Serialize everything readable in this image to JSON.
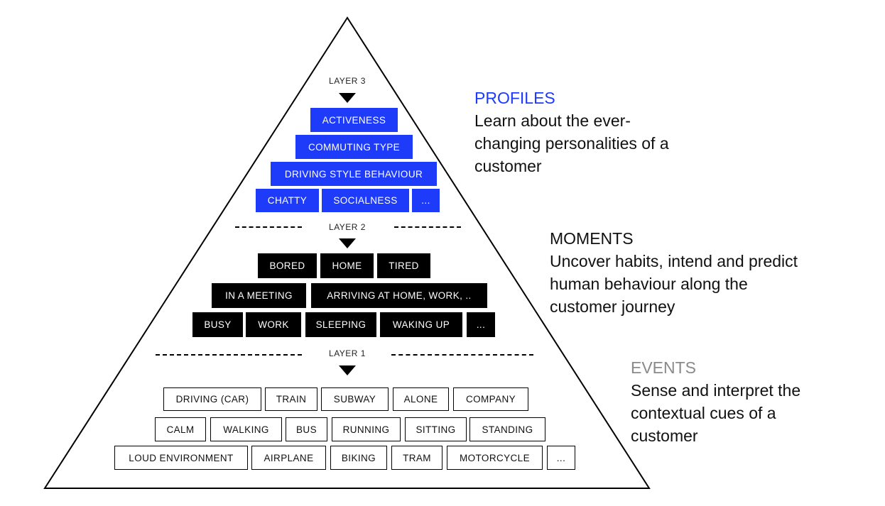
{
  "layers": {
    "layer3": "LAYER 3",
    "layer2": "LAYER 2",
    "layer1": "LAYER 1"
  },
  "profiles": {
    "title": "PROFILES",
    "desc_lines": [
      "Learn about the ever-",
      "changing personalities of a",
      "customer"
    ],
    "color": "#1e3bfa",
    "rows": [
      [
        "ACTIVENESS"
      ],
      [
        "COMMUTING TYPE"
      ],
      [
        "DRIVING STYLE BEHAVIOUR"
      ],
      [
        "CHATTY",
        "SOCIALNESS",
        "..."
      ]
    ]
  },
  "moments": {
    "title": "MOMENTS",
    "desc_lines": [
      "Uncover habits, intend and predict",
      "human behaviour along the",
      "customer journey"
    ],
    "color": "#000000",
    "rows": [
      [
        "BORED",
        "HOME",
        "TIRED"
      ],
      [
        "IN A MEETING",
        "ARRIVING AT HOME, WORK, .."
      ],
      [
        "BUSY",
        "WORK",
        "SLEEPING",
        "WAKING UP",
        "..."
      ]
    ]
  },
  "events": {
    "title": "EVENTS",
    "desc_lines": [
      "Sense and interpret the",
      "contextual cues of a",
      "customer"
    ],
    "title_color": "#8a8a8a",
    "rows": [
      [
        "DRIVING (CAR)",
        "TRAIN",
        "SUBWAY",
        "ALONE",
        "COMPANY"
      ],
      [
        "CALM",
        "WALKING",
        "BUS",
        "RUNNING",
        "SITTING",
        "STANDING"
      ],
      [
        "LOUD ENVIRONMENT",
        "AIRPLANE",
        "BIKING",
        "TRAM",
        "MOTORCYCLE",
        "..."
      ]
    ]
  }
}
